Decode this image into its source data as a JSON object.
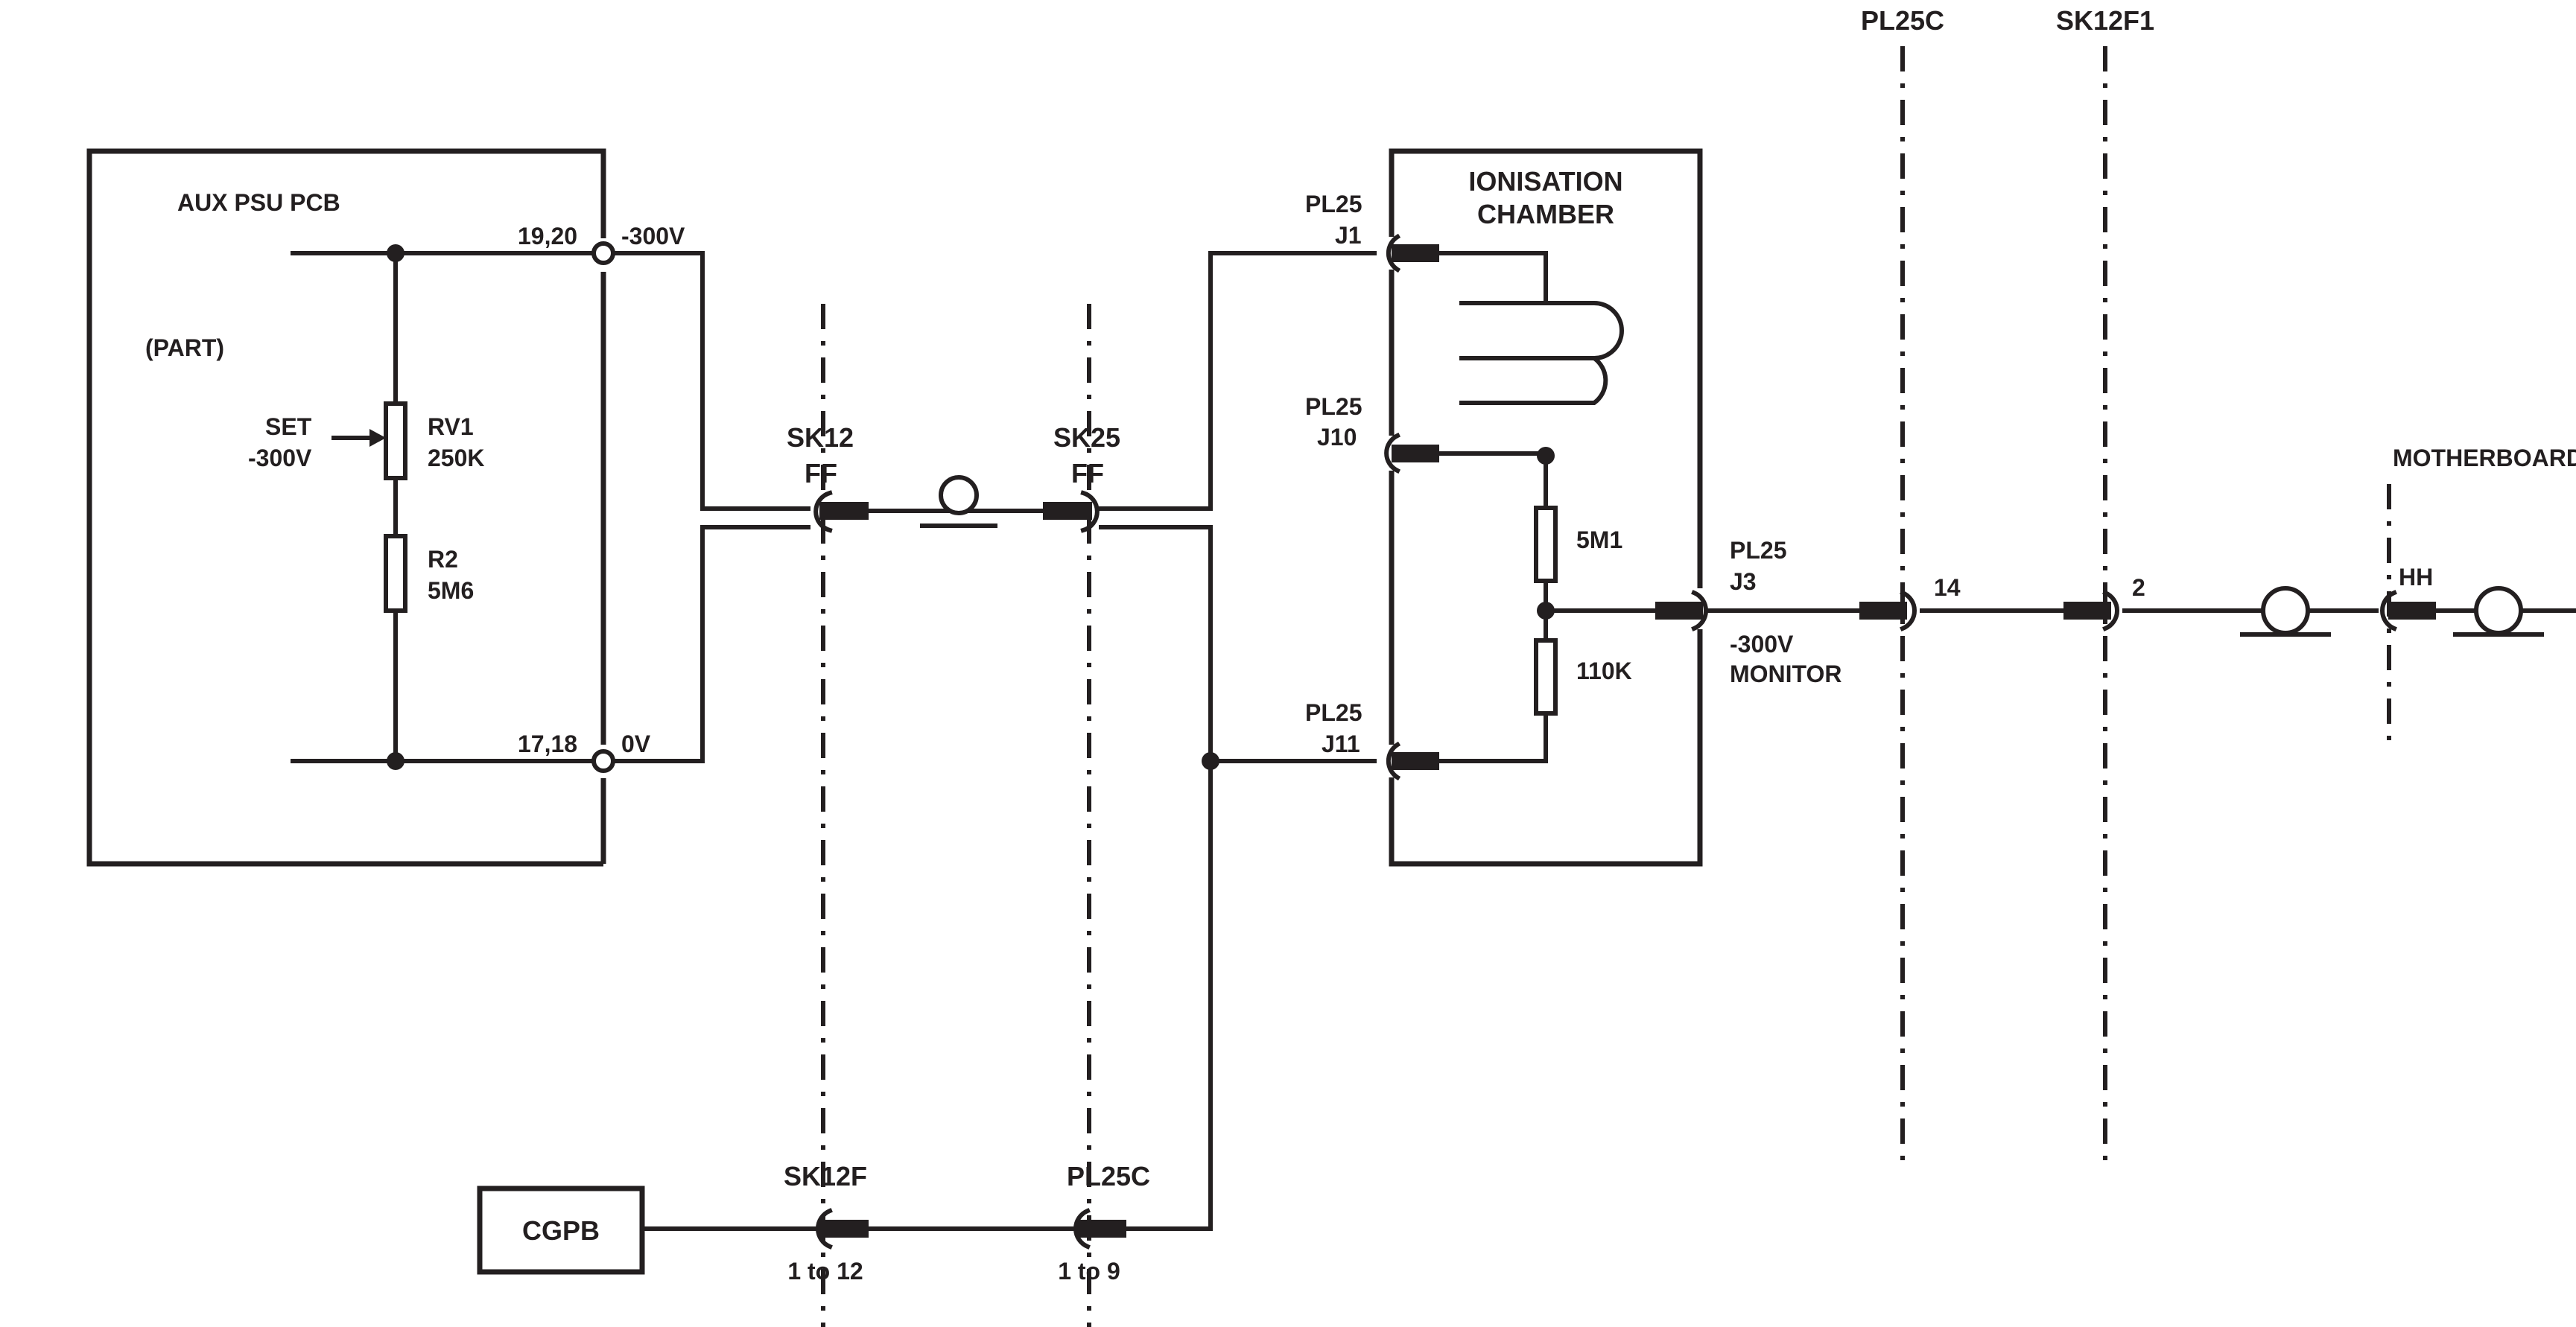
{
  "colors": {
    "ink": "#231f20",
    "paper": "#ffffff"
  },
  "aux_psu": {
    "title": "AUX PSU PCB",
    "part": "(PART)",
    "set_label": "SET",
    "set_value": "-300V",
    "rv1_ref": "RV1",
    "rv1_value": "250K",
    "r2_ref": "R2",
    "r2_value": "5M6",
    "pins_top": "19,20",
    "pins_bottom": "17,18",
    "voltage_top": "-300V",
    "voltage_bottom": "0V"
  },
  "connectors": {
    "sk12": "SK12",
    "sk12_ff": "FF",
    "sk25": "SK25",
    "sk25_ff": "FF",
    "sk12f": "SK12F",
    "sk12f_range": "1 to 12",
    "pl25c_bottom": "PL25C",
    "pl25c_bottom_range": "1 to 9",
    "pl25c_top": "PL25C",
    "pl25c_pin": "14",
    "sk12f1_top": "SK12F1",
    "sk12f1_pin": "2",
    "hh": "HH"
  },
  "chamber": {
    "title_line1": "IONISATION",
    "title_line2": "CHAMBER",
    "j1_ref": "PL25",
    "j1_pin": "J1",
    "j10_ref": "PL25",
    "j10_pin": "J10",
    "j11_ref": "PL25",
    "j11_pin": "J11",
    "r_upper": "5M1",
    "r_lower": "110K",
    "j3_ref": "PL25",
    "j3_pin": "J3",
    "monitor_line1": "-300V",
    "monitor_line2": "MONITOR"
  },
  "cgpb": {
    "label": "CGPB"
  },
  "motherboard": {
    "label": "MOTHERBOARD"
  }
}
